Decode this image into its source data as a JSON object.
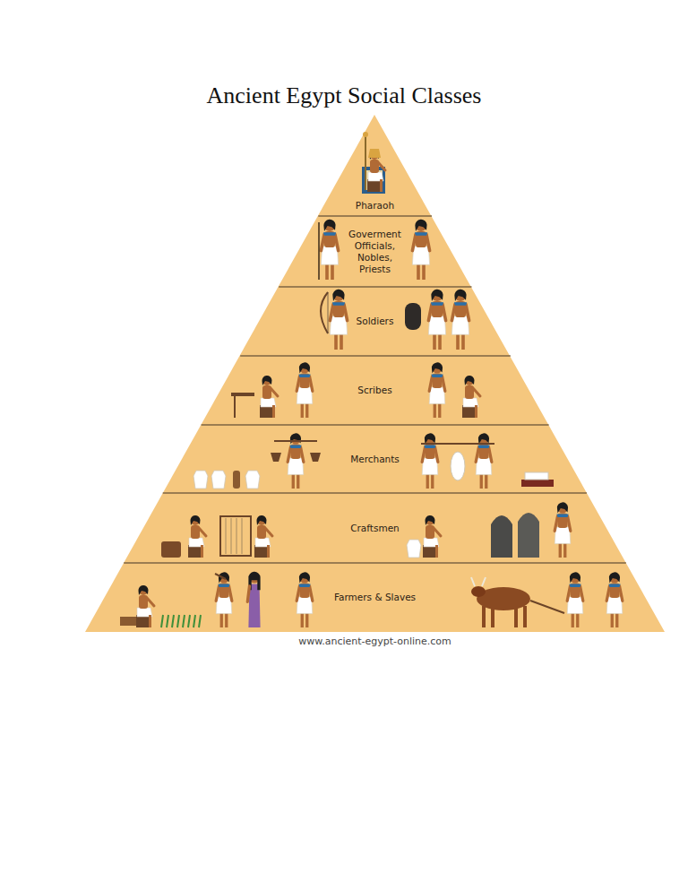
{
  "diagram": {
    "title": "Ancient Egypt Social Classes",
    "nodes": [
      {
        "text": [
          "Pharaoh"
        ]
      },
      {
        "text": [
          "Goverment Officials, Nobles, Priests"
        ]
      },
      {
        "text": [
          "Soldiers"
        ]
      },
      {
        "text": [
          "Scribes"
        ]
      },
      {
        "text": [
          "Merchants"
        ]
      },
      {
        "text": [
          "Craftsmen"
        ]
      },
      {
        "text": [
          "Farmers & Slaves"
        ]
      }
    ],
    "labels": [
      "www.ancient-egypt-online.com"
    ]
  }
}
